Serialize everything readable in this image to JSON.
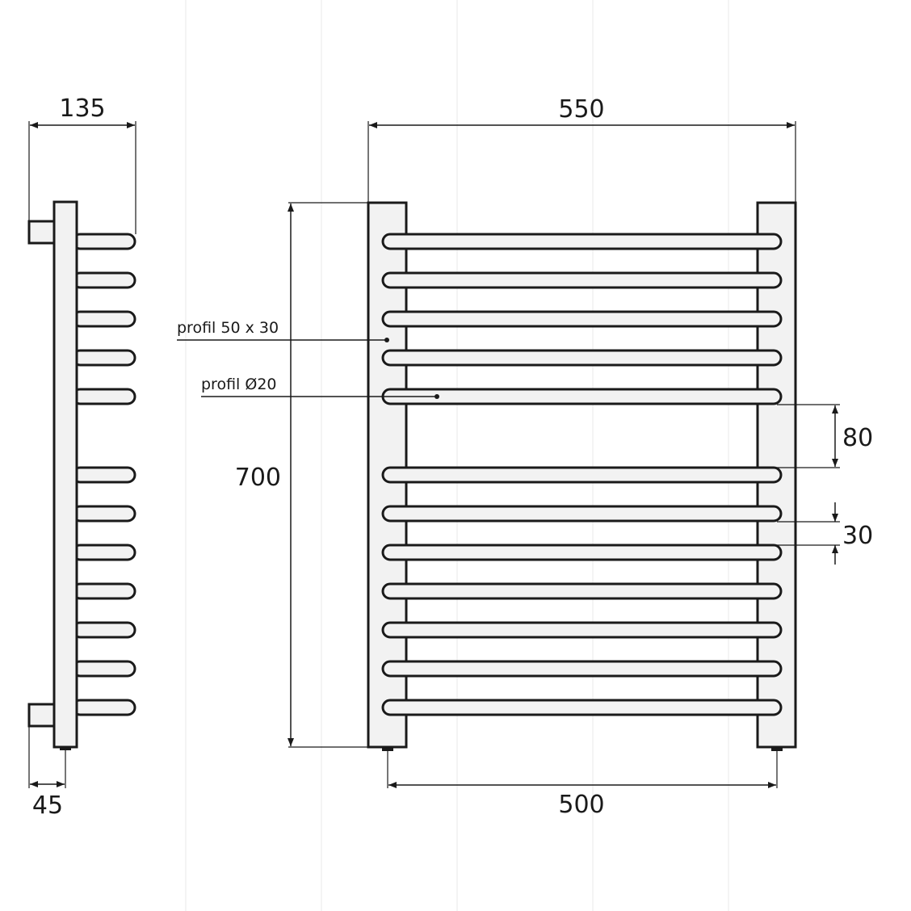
{
  "dimensions": {
    "side_width": "135",
    "side_offset": "45",
    "front_width": "550",
    "height": "700",
    "axis_spacing": "500",
    "gap": "80",
    "pitch": "30"
  },
  "labels": {
    "frame_profile": "profil 50 x 30",
    "bar_profile": "profil Ø20"
  },
  "drawing": {
    "upper_bar_count": 5,
    "lower_bar_count": 7,
    "line_color": "#1a1a1a",
    "fill_color": "#f2f2f2"
  }
}
